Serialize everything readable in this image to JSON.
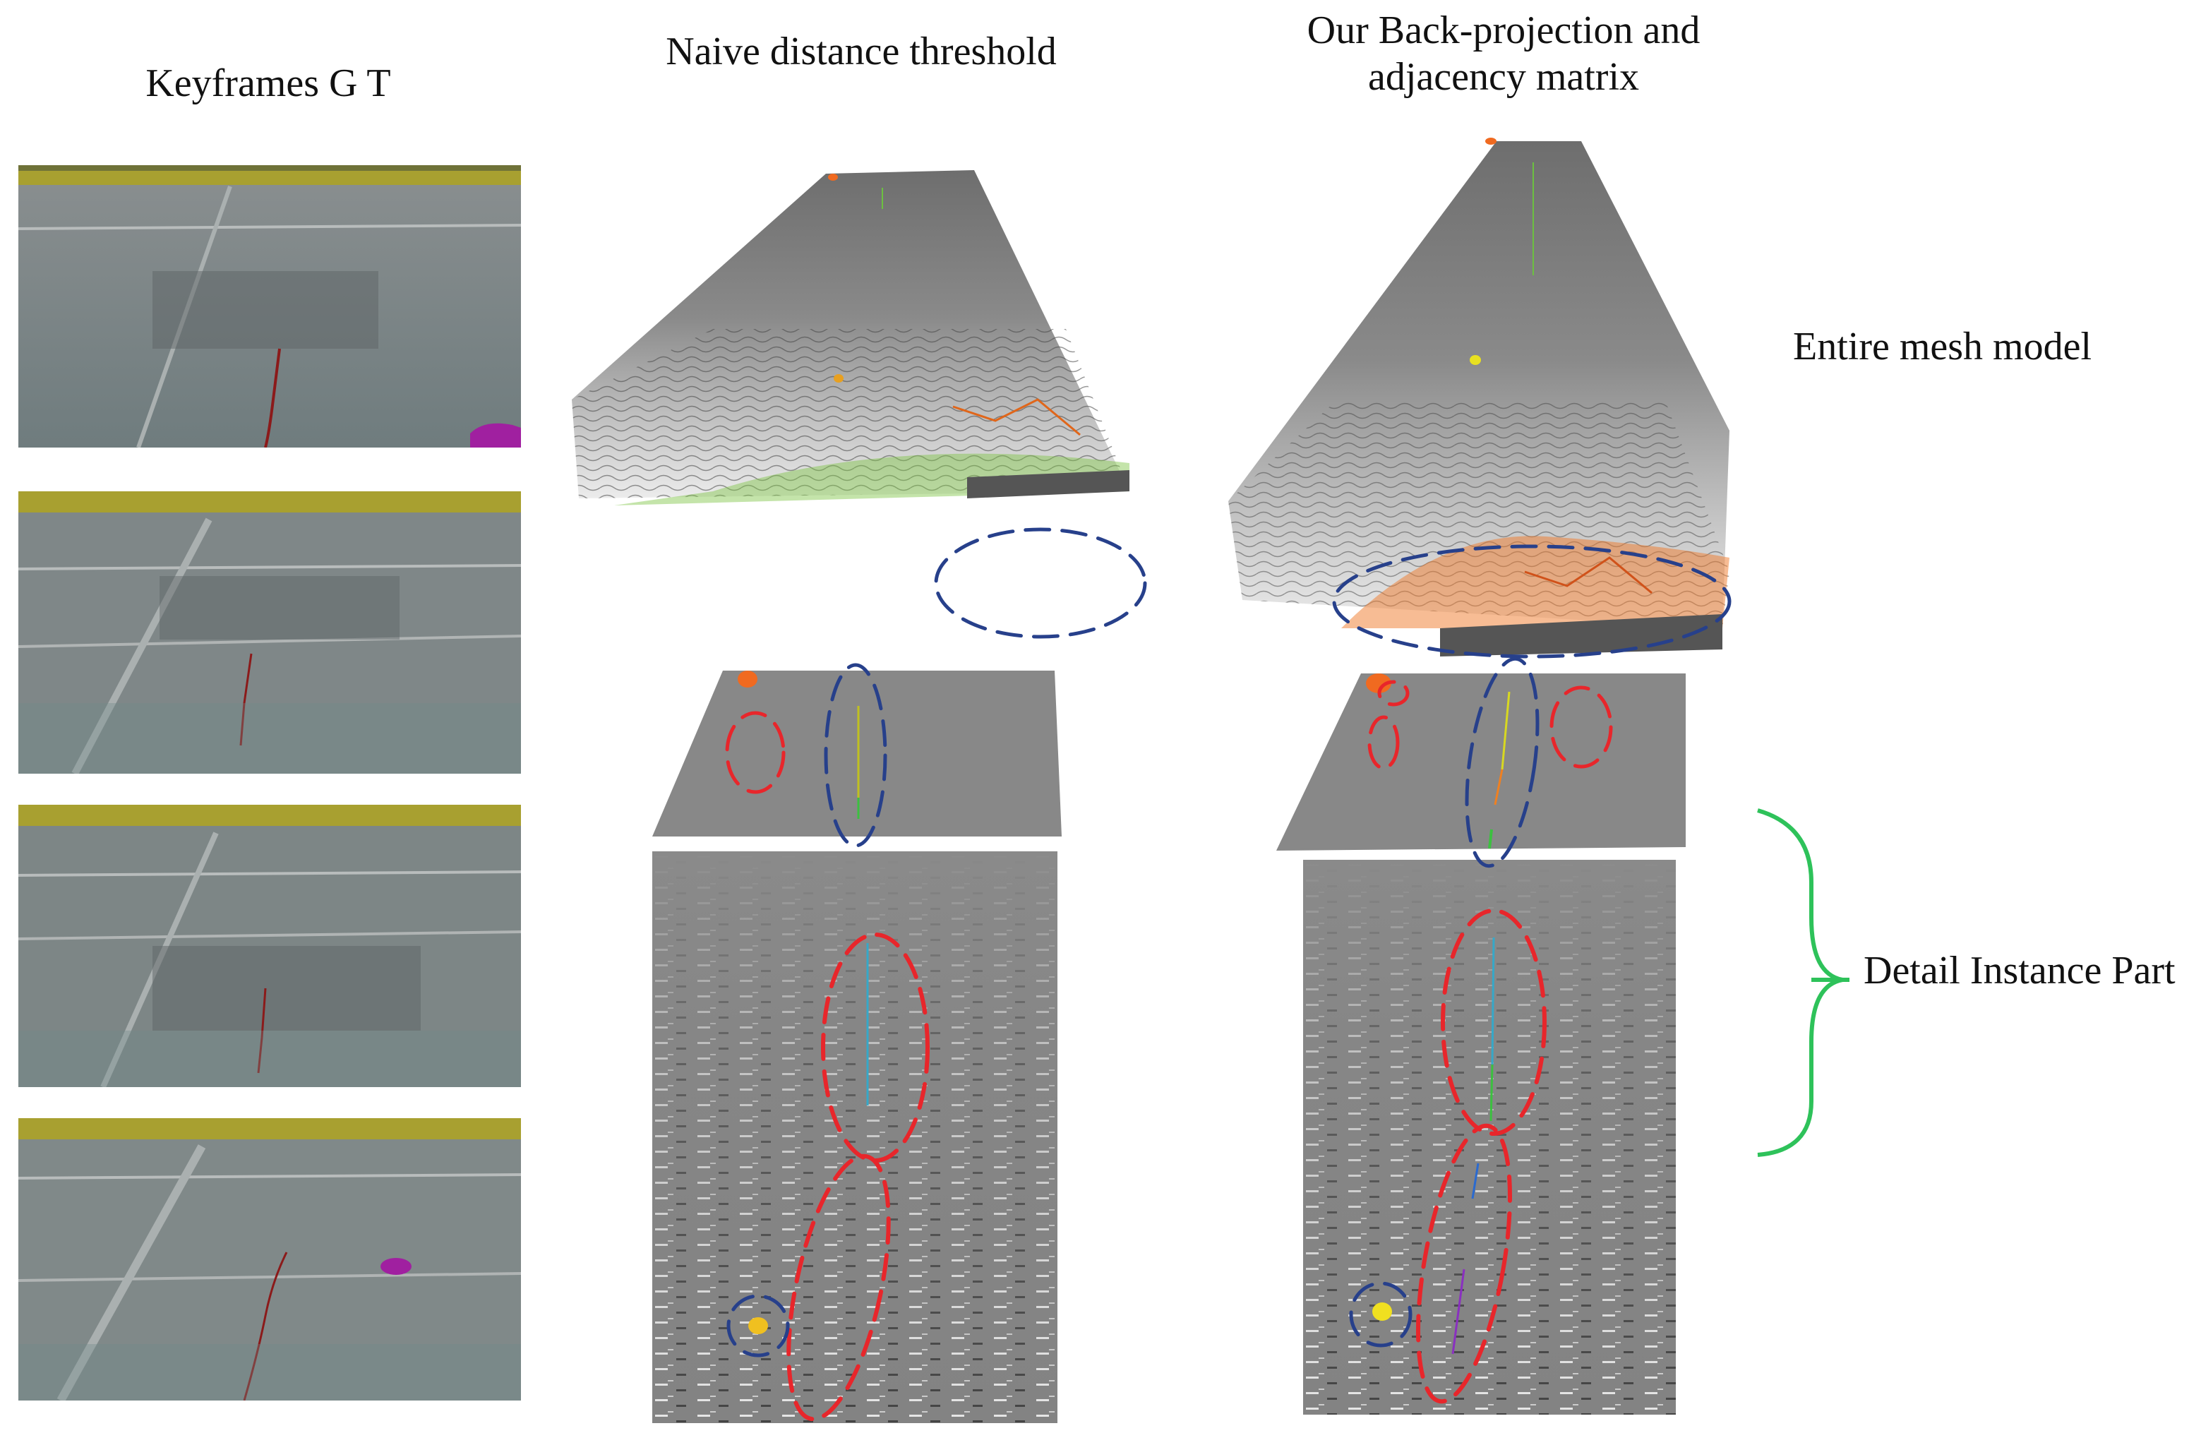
{
  "columns": {
    "keyframes": "Keyframes  G T",
    "naive": "Naive  distance  threshold",
    "ours": "Our Back-projection and\nadjacency matrix"
  },
  "rows": {
    "entire": "Entire mesh model",
    "detail": "Detail Instance Part"
  },
  "colors": {
    "annotation_blue": "#27408b",
    "annotation_red": "#e8262b",
    "bracket_green": "#2ec25a",
    "crack_red": "#8b1a1a",
    "mask_magenta": "#a020a0",
    "grass_yellow": "#a8a030",
    "mesh_gray": "#7c7c7c",
    "naive_tint": "#7cc442",
    "ours_tint": "#f07a2a"
  }
}
